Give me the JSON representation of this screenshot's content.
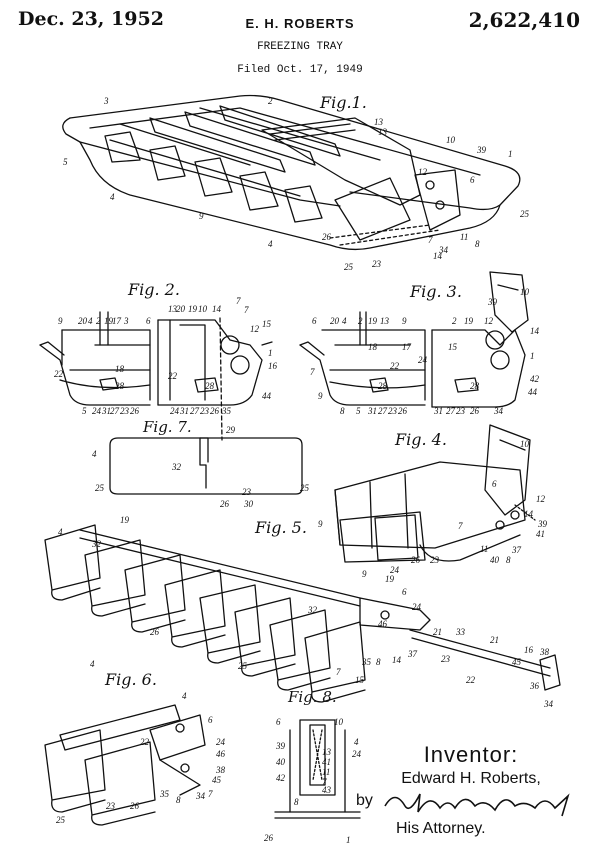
{
  "header": {
    "date": "Dec. 23, 1952",
    "inventor": "E. H. ROBERTS",
    "patent_number": "2,622,410",
    "title": "FREEZING TRAY",
    "filed": "Filed Oct. 17, 1949"
  },
  "figures": {
    "fig1": "Fig.1.",
    "fig2": "Fig. 2.",
    "fig3": "Fig. 3.",
    "fig4": "Fig. 4.",
    "fig5": "Fig. 5.",
    "fig6": "Fig. 6.",
    "fig7": "Fig. 7.",
    "fig8": "Fig. 8."
  },
  "refs": {
    "fig1": [
      "3",
      "2",
      "13",
      "10",
      "39",
      "1",
      "5",
      "4",
      "9",
      "12",
      "6",
      "4",
      "25",
      "26",
      "23",
      "14",
      "11",
      "8",
      "7",
      "34",
      "25",
      "13"
    ],
    "fig2": [
      "9",
      "20",
      "4",
      "2",
      "19",
      "17",
      "3",
      "6",
      "13",
      "20",
      "19",
      "10",
      "14",
      "7",
      "12",
      "15",
      "22",
      "18",
      "22",
      "16",
      "1",
      "28",
      "28",
      "44",
      "5",
      "24",
      "31",
      "27",
      "23",
      "26",
      "24",
      "31",
      "27",
      "23",
      "26",
      "35",
      "7"
    ],
    "fig3": [
      "10",
      "6",
      "20",
      "4",
      "2",
      "19",
      "13",
      "9",
      "2",
      "19",
      "12",
      "39",
      "14",
      "18",
      "17",
      "15",
      "22",
      "24",
      "1",
      "7",
      "42",
      "9",
      "28",
      "28",
      "44",
      "8",
      "5",
      "31",
      "27",
      "23",
      "26",
      "31",
      "27",
      "23",
      "26",
      "34"
    ],
    "fig7": [
      "29",
      "4",
      "32",
      "25",
      "26",
      "30",
      "23",
      "25"
    ],
    "fig4": [
      "10",
      "9",
      "6",
      "12",
      "7",
      "14",
      "39",
      "9",
      "24",
      "11",
      "41",
      "26",
      "23",
      "40",
      "8",
      "37"
    ],
    "fig5": [
      "4",
      "19",
      "32",
      "4",
      "26",
      "19",
      "6",
      "24",
      "32",
      "46",
      "21",
      "33",
      "21",
      "16",
      "38",
      "45",
      "22",
      "36",
      "34",
      "25",
      "35",
      "8",
      "14",
      "37",
      "15",
      "23",
      "7"
    ],
    "fig6": [
      "4",
      "6",
      "24",
      "22",
      "46",
      "38",
      "45",
      "34",
      "35",
      "8",
      "7",
      "25",
      "23",
      "26"
    ],
    "fig8": [
      "6",
      "10",
      "39",
      "13",
      "40",
      "41",
      "11",
      "42",
      "7",
      "43",
      "8",
      "26",
      "4",
      "24",
      "1"
    ]
  },
  "inventor_block": {
    "label": "Inventor:",
    "name": "Edward H. Roberts,",
    "by": "by",
    "signature": "William B. Edwards, Jr.",
    "attorney": "His Attorney."
  }
}
